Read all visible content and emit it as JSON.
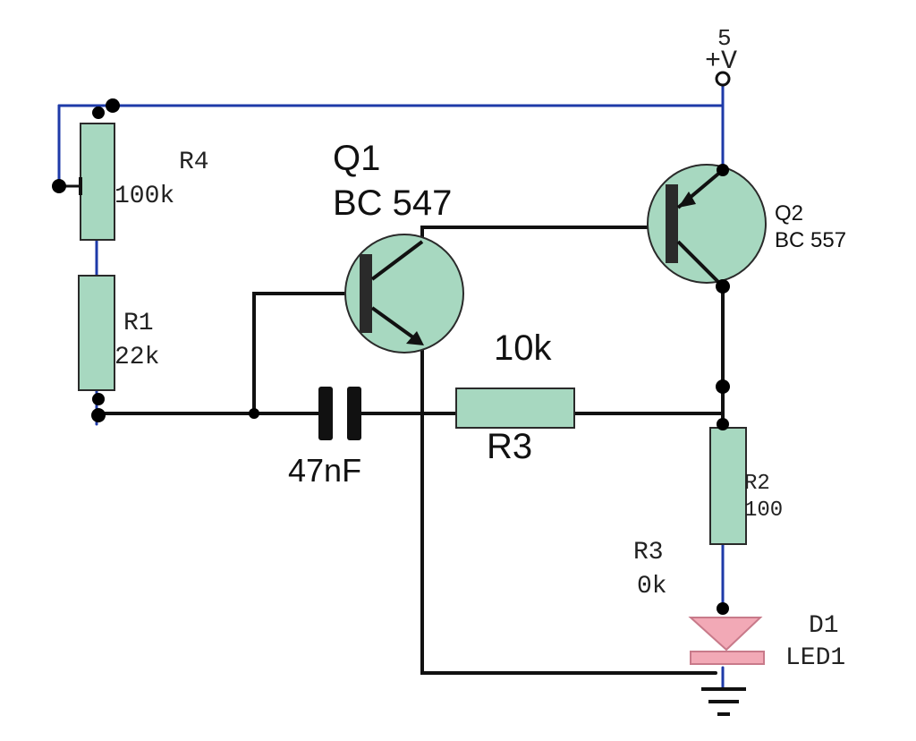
{
  "labels": {
    "supply_voltage": "5",
    "supply_sign": "+V",
    "q1_ref": "Q1",
    "q1_part": "BC 547",
    "q2_ref": "Q2",
    "q2_part": "BC 557",
    "r4_ref": "R4",
    "r4_value": "100k",
    "r1_ref": "R1",
    "r1_value": "22k",
    "r3_value": "10k",
    "r3_ref": "R3",
    "c1_value": "47nF",
    "r2_ref": "R2",
    "r2_value": "100",
    "r3_ghost_ref": "R3",
    "r3_ghost_value": "0k",
    "d1_ref": "D1",
    "d1_part": "LED1"
  },
  "colors": {
    "part_fill": "#a7d8c0",
    "blue_wire": "#1e3aa8",
    "black_wire": "#111111",
    "led_fill": "#f2a9b6"
  }
}
